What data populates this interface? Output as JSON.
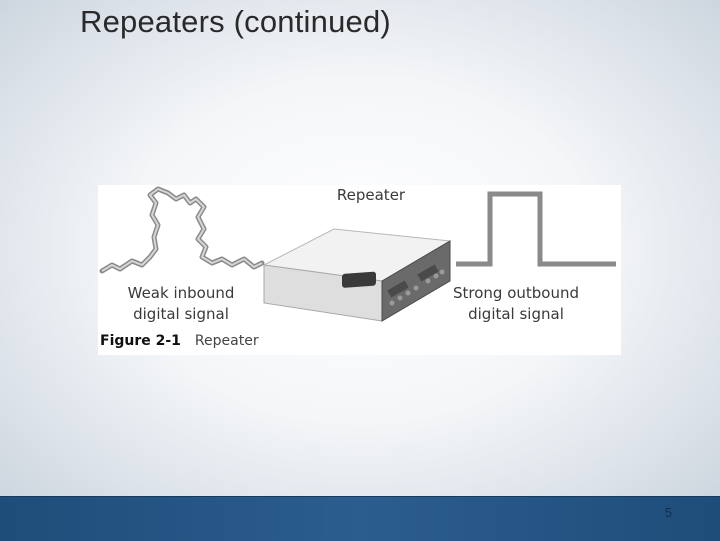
{
  "slide": {
    "title": "Repeaters (continued)",
    "page_number": "5"
  },
  "figure": {
    "device_label": "Repeater",
    "weak_label_line1": "Weak inbound",
    "weak_label_line2": "digital signal",
    "strong_label_line1": "Strong outbound",
    "strong_label_line2": "digital signal",
    "caption_number": "Figure 2-1",
    "caption_text": "Repeater"
  },
  "colors": {
    "footer": "#2b5d8e",
    "signal": "#8a8a8a"
  }
}
